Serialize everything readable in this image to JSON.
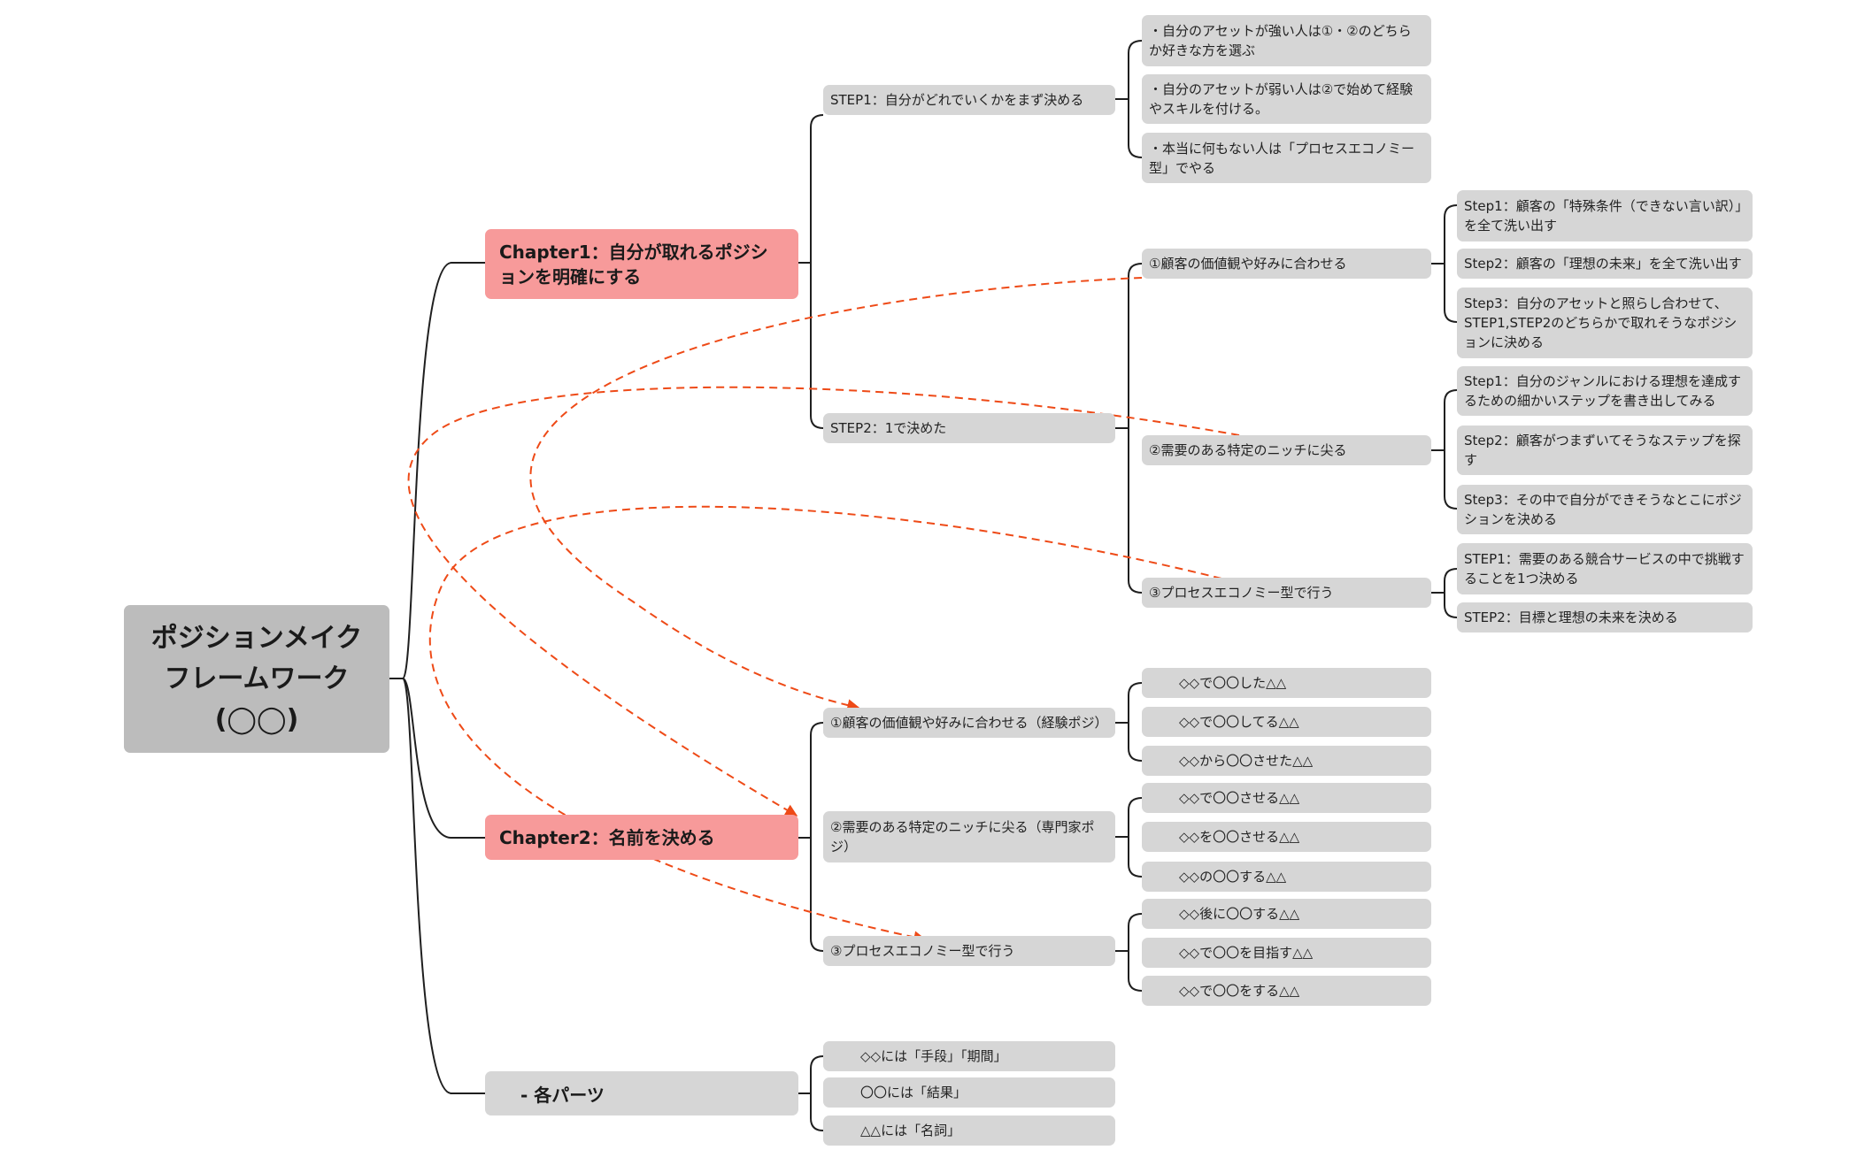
{
  "root": {
    "line1": "ポジションメイク",
    "line2": "フレームワーク",
    "line3": "(◯◯)"
  },
  "chapter1": {
    "title": "Chapter1：自分が取れるポジションを明確にする",
    "step1": {
      "label": "STEP1：自分がどれでいくかをまず決める",
      "items": [
        "・自分のアセットが強い人は①・②のどちらか好きな方を選ぶ",
        "・自分のアセットが弱い人は②で始めて経験やスキルを付ける。",
        "・本当に何もない人は「プロセスエコノミー型」でやる"
      ]
    },
    "step2": {
      "label": "STEP2：1で決めた",
      "options": [
        {
          "label": "①顧客の価値観や好みに合わせる",
          "steps": [
            "Step1：顧客の「特殊条件（できない言い訳）」を全て洗い出す",
            "Step2：顧客の「理想の未来」を全て洗い出す",
            "Step3：自分のアセットと照らし合わせて、STEP1,STEP2のどちらかで取れそうなポジションに決める"
          ]
        },
        {
          "label": "②需要のある特定のニッチに尖る",
          "steps": [
            "Step1：自分のジャンルにおける理想を達成するための細かいステップを書き出してみる",
            "Step2：顧客がつまずいてそうなステップを探す",
            "Step3：その中で自分ができそうなとこにポジションを決める"
          ]
        },
        {
          "label": "③プロセスエコノミー型で行う",
          "steps": [
            "STEP1：需要のある競合サービスの中で挑戦することを1つ決める",
            "STEP2：目標と理想の未来を決める"
          ]
        }
      ]
    }
  },
  "chapter2": {
    "title": "Chapter2：名前を決める",
    "options": [
      {
        "label": "①顧客の価値観や好みに合わせる（経験ポジ）",
        "names": [
          "◇◇で〇〇した△△",
          "◇◇で〇〇してる△△",
          "◇◇から〇〇させた△△"
        ]
      },
      {
        "label": "②需要のある特定のニッチに尖る（専門家ポジ）",
        "names": [
          "◇◇で〇〇させる△△",
          "◇◇を〇〇させる△△",
          "◇◇の〇〇する△△"
        ]
      },
      {
        "label": "③プロセスエコノミー型で行う",
        "names": [
          "◇◇後に〇〇する△△",
          "◇◇で〇〇を目指す△△",
          "◇◇で〇〇をする△△"
        ]
      }
    ]
  },
  "parts": {
    "title": "- 各パーツ",
    "items": [
      "◇◇には「手段」「期間」",
      "〇〇には「結果」",
      "△△には「名詞」"
    ]
  },
  "colors": {
    "root": "#bcbcbc",
    "chapter": "#f79a9a",
    "leaf": "#d6d6d6",
    "connector": "#1f1f1f",
    "link": "#ee4a17"
  }
}
